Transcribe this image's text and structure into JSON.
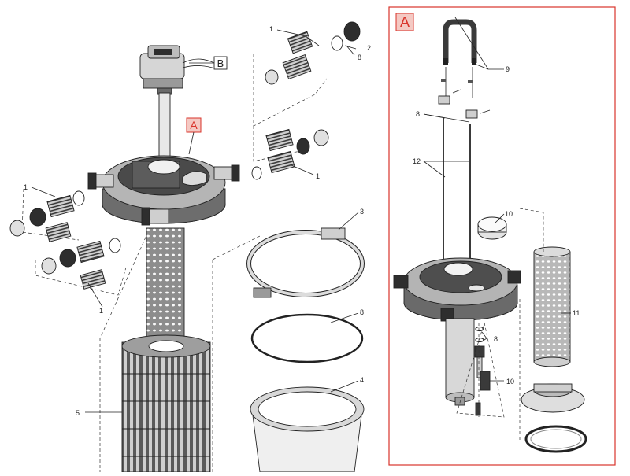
{
  "diagram": {
    "detail_box_label": "A",
    "callout_a": "A",
    "callout_b": "B",
    "labels": {
      "l1_top": "1",
      "l2": "2",
      "l8_top": "8",
      "l1_right": "1",
      "l1_left": "1",
      "l1_bottom": "1",
      "l3": "3",
      "l8_mid": "8",
      "l4": "4",
      "l5": "5",
      "d9": "9",
      "d8_top": "8",
      "d12": "12",
      "d10_top": "10",
      "d11": "11",
      "d8_low": "8",
      "d10_low": "10"
    }
  },
  "colors": {
    "accent_red": "#d9342b",
    "line": "#222222",
    "dark_part": "#3a3a3a",
    "mid_part": "#8a8a8a",
    "light_part": "#e3e3e3"
  }
}
